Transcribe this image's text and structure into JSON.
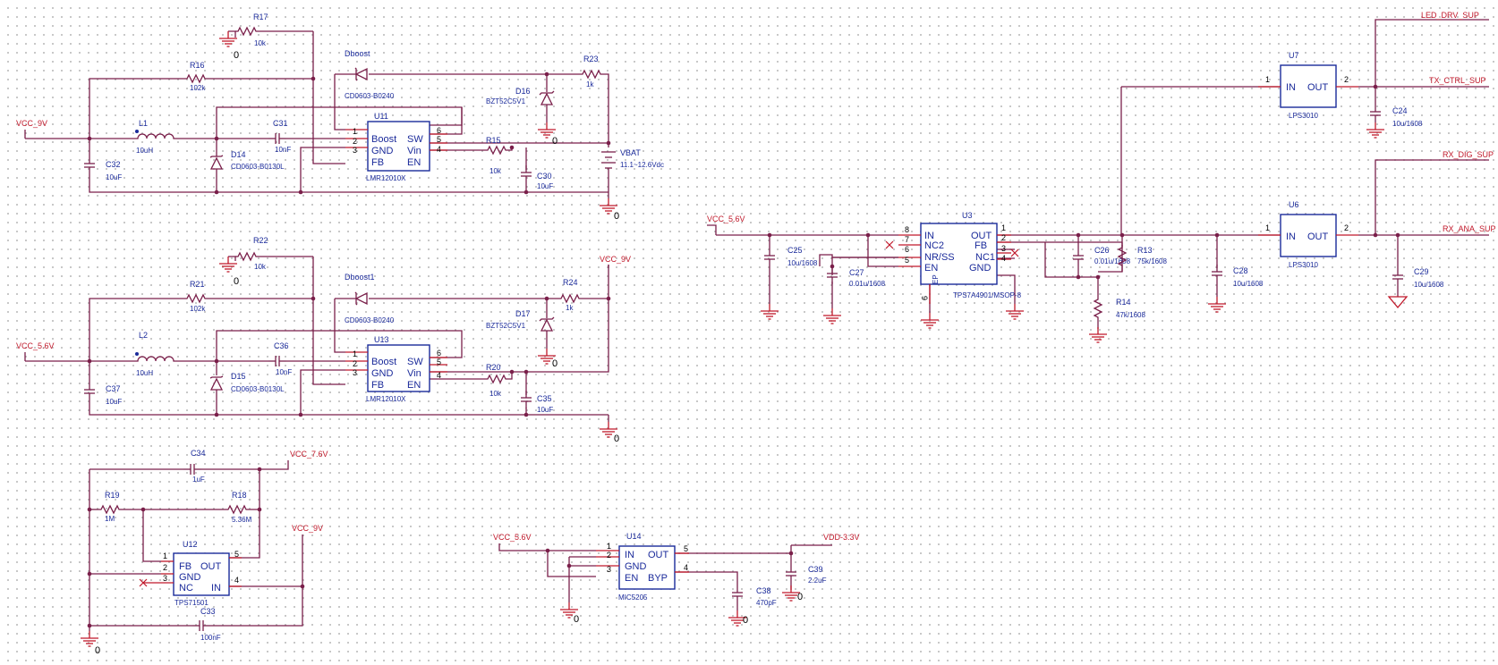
{
  "nets": {
    "vcc_9v": "VCC_9V",
    "vcc_5v6": "VCC_5.6V",
    "vcc_7v6": "VCC_7.6V",
    "vdd_3v3": "VDD-3.3V",
    "led_drv_sup": "LED_DRV_SUP",
    "tx_ctrl_sup": "TX_CTRL_SUP",
    "rx_dig_sup": "RX_DIG_SUP",
    "rx_ana_sup": "RX_ANA_SUP",
    "gnd": "0"
  },
  "icons": {
    "ground": "ground-icon",
    "no_connect": "no-connect-icon",
    "resistor": "resistor-icon",
    "capacitor": "capacitor-icon",
    "inductor": "inductor-icon",
    "diode": "diode-icon",
    "zener": "zener-icon",
    "battery": "battery-icon"
  },
  "colors": {
    "wire": "#7a1f4a",
    "pin": "#c0182a",
    "symbol": "#1a2a9a",
    "grid": "#b8b8b8"
  },
  "parts": {
    "r17": {
      "ref": "R17",
      "val": "10k"
    },
    "r16": {
      "ref": "R16",
      "val": "102k"
    },
    "l1": {
      "ref": "L1",
      "val": "10uH"
    },
    "c31": {
      "ref": "C31",
      "val": "10nF"
    },
    "c32": {
      "ref": "C32",
      "val": "10uF"
    },
    "d14": {
      "ref": "D14",
      "val": "CD0603-B0130L"
    },
    "dboost": {
      "ref": "Dboost",
      "val": "CD0603-B0240"
    },
    "u11": {
      "ref": "U11",
      "val": "LMR12010X"
    },
    "d16": {
      "ref": "D16",
      "val": "BZT52C5V1"
    },
    "r23": {
      "ref": "R23",
      "val": "1k"
    },
    "r15": {
      "ref": "R15",
      "val": "10k"
    },
    "c30": {
      "ref": "C30",
      "val": "10uF"
    },
    "vbat": {
      "ref": "VBAT",
      "val": "11.1~12.6Vdc"
    },
    "r22": {
      "ref": "R22",
      "val": "10k"
    },
    "r21": {
      "ref": "R21",
      "val": "102k"
    },
    "l2": {
      "ref": "L2",
      "val": "10uH"
    },
    "c36": {
      "ref": "C36",
      "val": "10nF"
    },
    "c37": {
      "ref": "C37",
      "val": "10uF"
    },
    "d15": {
      "ref": "D15",
      "val": "CD0603-B0130L"
    },
    "dboost1": {
      "ref": "Dboost1",
      "val": "CD0603-B0240"
    },
    "u13": {
      "ref": "U13",
      "val": "LMR12010X"
    },
    "d17": {
      "ref": "D17",
      "val": "BZT52C5V1"
    },
    "r24": {
      "ref": "R24",
      "val": "1k"
    },
    "r20": {
      "ref": "R20",
      "val": "10k"
    },
    "c35": {
      "ref": "C35",
      "val": "10uF"
    },
    "c34": {
      "ref": "C34",
      "val": "1uF"
    },
    "r19": {
      "ref": "R19",
      "val": "1M"
    },
    "r18": {
      "ref": "R18",
      "val": "5.36M"
    },
    "u12": {
      "ref": "U12",
      "val": "TPS71501"
    },
    "c33": {
      "ref": "C33",
      "val": "100nF"
    },
    "u14": {
      "ref": "U14",
      "val": "MIC5205"
    },
    "c38": {
      "ref": "C38",
      "val": "470pF"
    },
    "c39": {
      "ref": "C39",
      "val": "2.2uF"
    },
    "c25": {
      "ref": "C25",
      "val": "10u/1608"
    },
    "c27": {
      "ref": "C27",
      "val": "0.01u/1608"
    },
    "u3": {
      "ref": "U3",
      "val": "TPS7A4901/MSOP-8"
    },
    "c26": {
      "ref": "C26",
      "val": "0.01u/1608"
    },
    "r13": {
      "ref": "R13",
      "val": "75k/1608"
    },
    "r14": {
      "ref": "R14",
      "val": "47k/1608"
    },
    "c28": {
      "ref": "C28",
      "val": "10u/1608"
    },
    "u7": {
      "ref": "U7",
      "val": "LPS3010"
    },
    "c24": {
      "ref": "C24",
      "val": "10u/1608"
    },
    "u6": {
      "ref": "U6",
      "val": "LPS3010"
    },
    "c29": {
      "ref": "C29",
      "val": "10u/1608"
    }
  },
  "pins": {
    "lmr": {
      "boost": "Boost",
      "gnd": "GND",
      "fb": "FB",
      "sw": "SW",
      "vin": "Vin",
      "en": "EN",
      "n1": "1",
      "n2": "2",
      "n3": "3",
      "n4": "4",
      "n5": "5",
      "n6": "6"
    },
    "tps715": {
      "fb": "FB",
      "gnd": "GND",
      "nc": "NC",
      "out": "OUT",
      "in": "IN",
      "n1": "1",
      "n2": "2",
      "n3": "3",
      "n4": "4",
      "n5": "5"
    },
    "mic": {
      "in": "IN",
      "gnd": "GND",
      "en": "EN",
      "out": "OUT",
      "byp": "BYP",
      "n1": "1",
      "n2": "2",
      "n3": "3",
      "n4": "4",
      "n5": "5"
    },
    "tps7a": {
      "in": "IN",
      "nc2": "NC2",
      "nrss": "NR/SS",
      "en": "EN",
      "out": "OUT",
      "fb": "FB",
      "nc1": "NC1",
      "gnd": "GND",
      "ep": "EP",
      "n1": "1",
      "n2": "2",
      "n3": "3",
      "n4": "4",
      "n5": "5",
      "n6": "6",
      "n7": "7",
      "n8": "8",
      "n9": "9"
    },
    "lps": {
      "in": "IN",
      "out": "OUT",
      "n1": "1",
      "n2": "2"
    }
  }
}
